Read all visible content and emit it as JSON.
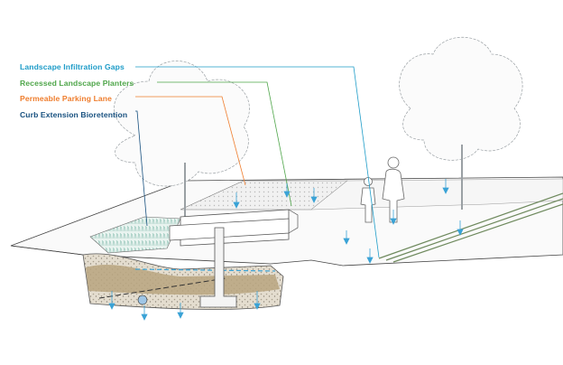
{
  "legend": {
    "items": [
      {
        "label": "Landscape Infiltration Gaps",
        "color": "#1e9cc8"
      },
      {
        "label": "Recessed Landscape Planters",
        "color": "#4fa64a"
      },
      {
        "label": "Permeable Parking Lane",
        "color": "#ef7d2d"
      },
      {
        "label": "Curb Extension Bioretention",
        "color": "#17507f"
      }
    ]
  },
  "colors": {
    "water_arrow": "#3aa3d6",
    "soil": "#b8a57f",
    "gravel": "#d9d2c3",
    "tree_outline": "#9aa0a4",
    "linework": "#555555",
    "plant_fill": "#dcefe9",
    "water": "#c8e8f5"
  },
  "icons": [
    "arrow-down-icon",
    "tree-icon",
    "person-icon",
    "child-icon"
  ]
}
